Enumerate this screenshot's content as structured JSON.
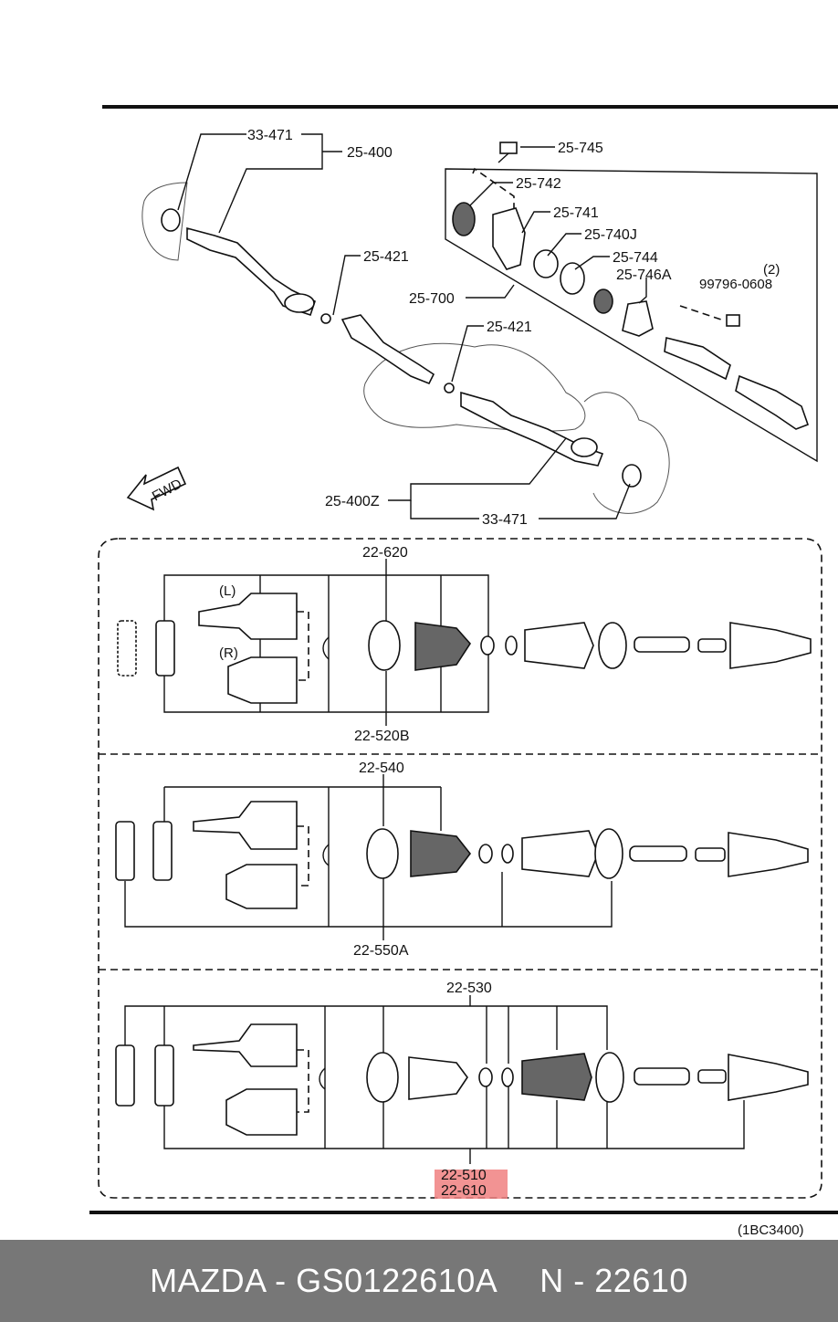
{
  "callouts": {
    "p33_471_top": "33-471",
    "p25_400": "25-400",
    "p25_745": "25-745",
    "p25_742": "25-742",
    "p25_741": "25-741",
    "p25_740j": "25-740J",
    "p25_744": "25-744",
    "p25_746a": "25-746A",
    "qty": "(2)",
    "p99796": "99796-0608",
    "p25_421_a": "25-421",
    "p25_700": "25-700",
    "p25_421_b": "25-421",
    "p25_400z": "25-400Z",
    "p33_471_bot": "33-471",
    "fwd": "FWD",
    "p22_620": "22-620",
    "left_mark": "(L)",
    "right_mark": "(R)",
    "p22_520b": "22-520B",
    "p22_540": "22-540",
    "p22_550a": "22-550A",
    "p22_530": "22-530",
    "p22_510": "22-510",
    "p22_610": "22-610",
    "diagram_code": "(1BC3400)"
  },
  "colors": {
    "highlight": "#f08080",
    "footer_bg": "#777777",
    "footer_text": "#ffffff"
  },
  "footer": {
    "brand_part": "MAZDA - GS0122610A",
    "ref": "N - 22610"
  }
}
